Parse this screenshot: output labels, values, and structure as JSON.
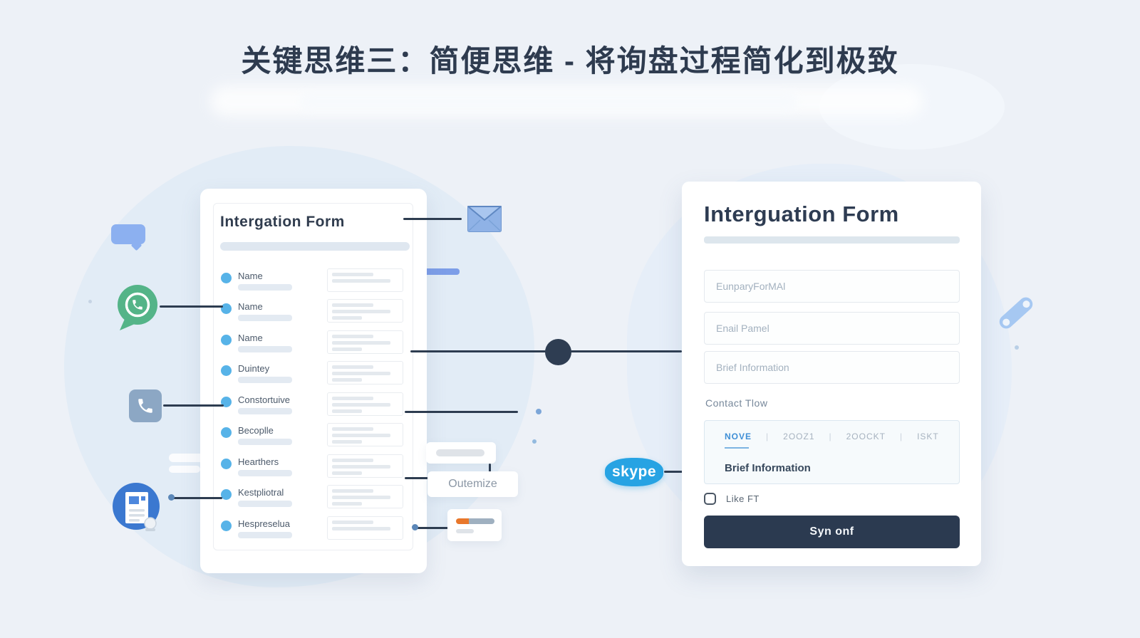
{
  "title": "关键思维三：简便思维 - 将询盘过程简化到极致",
  "left_form": {
    "title": "Intergation Form",
    "rows": [
      {
        "label": "Name"
      },
      {
        "label": "Name"
      },
      {
        "label": "Name"
      },
      {
        "label": "Duintey"
      },
      {
        "label": "Constortuive"
      },
      {
        "label": "Becoplle"
      },
      {
        "label": "Hearthers"
      },
      {
        "label": "Kestpliotral"
      },
      {
        "label": "Hespreselua"
      }
    ]
  },
  "right_form": {
    "title": "Interguation Form",
    "inputs": [
      {
        "placeholder": "EunparyForMAl"
      },
      {
        "placeholder": "Enail Pamel"
      },
      {
        "placeholder": "Brief Information"
      }
    ],
    "contact_label": "Contact Tlow",
    "tabs": [
      {
        "label": "NOVE",
        "active": true
      },
      {
        "label": "2OOZ1",
        "active": false
      },
      {
        "label": "2OOCKT",
        "active": false
      },
      {
        "label": "ISKT",
        "active": false
      }
    ],
    "tab_separator": "|",
    "tab_panel_text": "Brief Information",
    "checkbox_label": "Like FT",
    "submit_label": "Syn onf"
  },
  "annotations": {
    "outemize_label": "Outemize",
    "skype_label": "skype"
  },
  "colors": {
    "background": "#edf1f7",
    "title_text": "#2e3b4f",
    "bullet_blue": "#57b3e8",
    "connector_line": "#2d3c50",
    "button_navy": "#2b3a50",
    "progress_orange": "#e8772b",
    "whatsapp_green": "#54b488",
    "skype_blue": "#27a3e3",
    "document_blue": "#3b78d0",
    "envelope_blue": "#8fb2e6"
  }
}
